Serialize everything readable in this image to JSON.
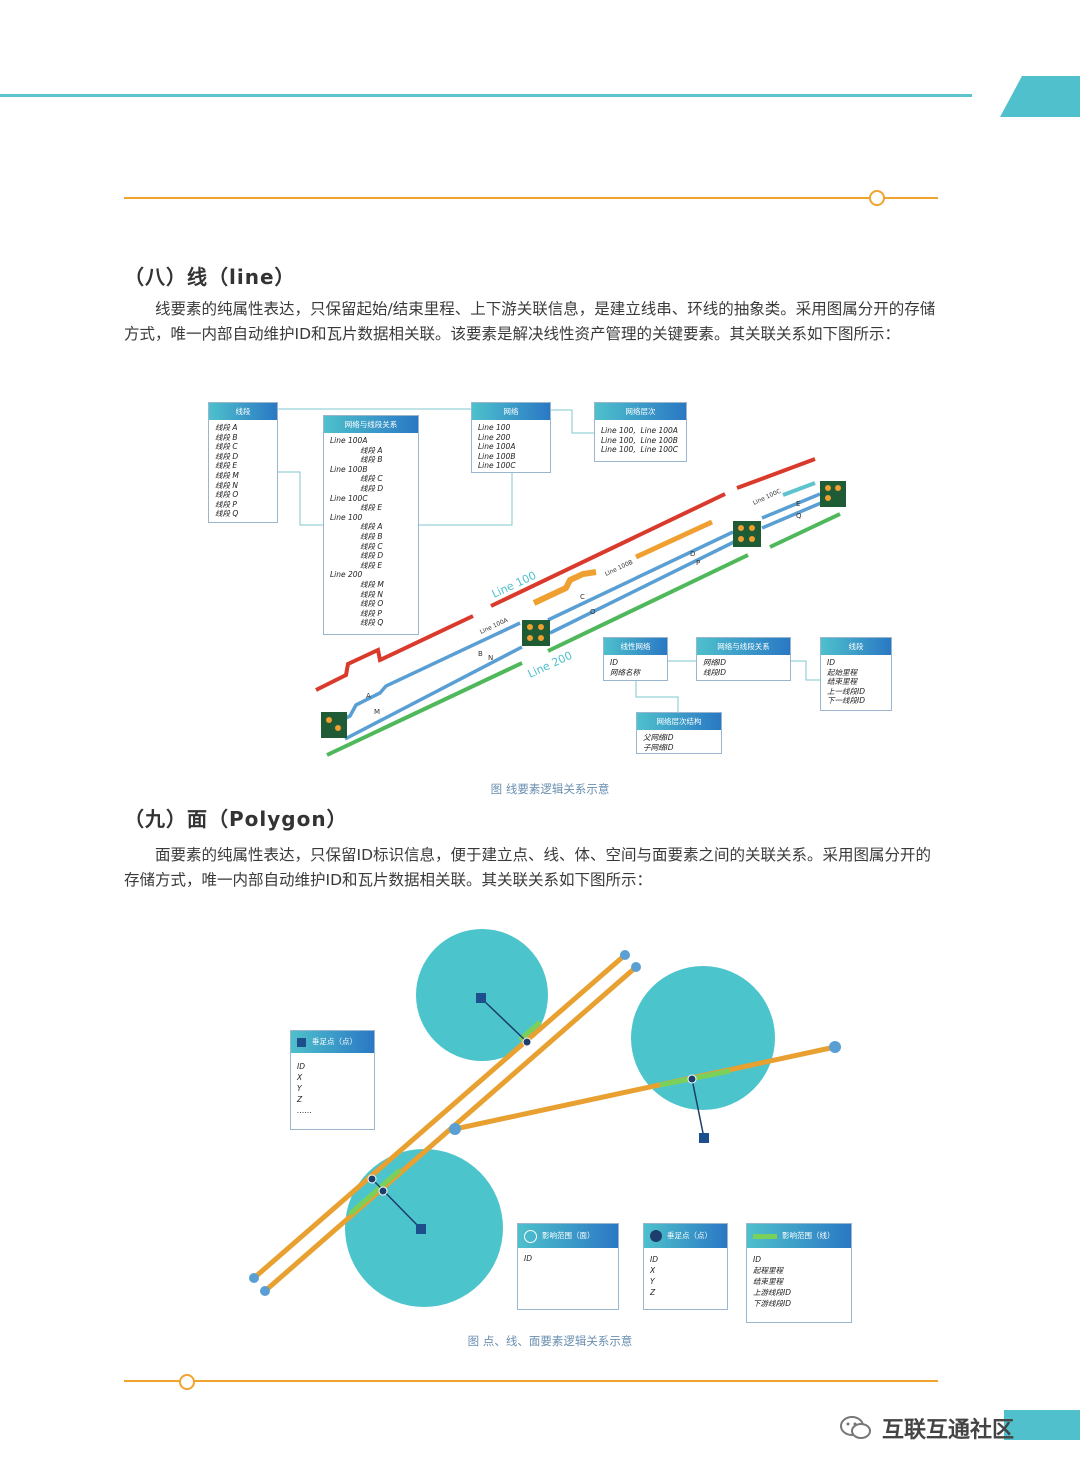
{
  "section8": {
    "title": "（八）线（line）",
    "para": "线要素的纯属性表达，只保留起始/结束里程、上下游关联信息，是建立线串、环线的抽象类。采用图属分开的存储方式，唯一内部自动维护ID和瓦片数据相关联。该要素是解决线性资产管理的关键要素。其关联关系如下图所示：",
    "caption": "图 线要素逻辑关系示意"
  },
  "diagram1": {
    "box_segments": {
      "title": "线段",
      "rows": [
        "线段 A",
        "线段 B",
        "线段 C",
        "线段 D",
        "线段 E",
        "线段 M",
        "线段 N",
        "线段 O",
        "线段 P",
        "线段 Q"
      ]
    },
    "box_net_seg": {
      "title": "网络与线段关系",
      "groups": [
        {
          "name": "Line 100A",
          "items": [
            "线段 A",
            "线段 B"
          ]
        },
        {
          "name": "Line 100B",
          "items": [
            "线段 C",
            "线段 D"
          ]
        },
        {
          "name": "Line 100C",
          "items": [
            "线段 E"
          ]
        },
        {
          "name": "Line 100",
          "items": [
            "线段 A",
            "线段 B",
            "线段 C",
            "线段 D",
            "线段 E"
          ]
        },
        {
          "name": "Line 200",
          "items": [
            "线段 M",
            "线段 N",
            "线段 O",
            "线段 P",
            "线段 Q"
          ]
        }
      ]
    },
    "box_network": {
      "title": "网络",
      "rows": [
        "Line 100",
        "Line 200",
        "Line 100A",
        "Line 100B",
        "Line 100C"
      ]
    },
    "box_levels": {
      "title": "网络层次",
      "rows": [
        "Line 100,  Line 100A",
        "Line 100,  Line 100B",
        "Line 100,  Line 100C"
      ]
    },
    "box_linear_net": {
      "title": "线性网络",
      "rows": [
        "ID",
        "网络名称"
      ]
    },
    "box_net_seg2": {
      "title": "网络与线段关系",
      "rows": [
        "网络ID",
        "线段ID"
      ]
    },
    "box_seg2": {
      "title": "线段",
      "rows": [
        "ID",
        "起始里程",
        "结束里程",
        "上一线段ID",
        "下一线段ID"
      ]
    },
    "box_hier": {
      "title": "网络层次结构",
      "rows": [
        "父网络ID",
        "子网络ID"
      ]
    },
    "labels": {
      "line100": "Line 100",
      "line200": "Line 200",
      "line100a": "Line 100A",
      "line100b": "Line 100B",
      "line100c": "Line 100C",
      "a": "A",
      "b": "B",
      "c": "C",
      "d": "D",
      "e": "E",
      "m": "M",
      "n": "N",
      "o": "O",
      "p": "P",
      "q": "Q"
    },
    "colors": {
      "red": "#d93a2b",
      "blue": "#5a9fd4",
      "green": "#4fb85a",
      "orange": "#f0a030",
      "node": "#1f5c36"
    }
  },
  "section9": {
    "title": "（九）面（Polygon）",
    "para": "面要素的纯属性表达，只保留ID标识信息，便于建立点、线、体、空间与面要素之间的关联关系。采用图属分开的存储方式，唯一内部自动维护ID和瓦片数据相关联。其关联关系如下图所示：",
    "caption": "图 点、线、面要素逻辑关系示意"
  },
  "diagram2": {
    "box_foot_sq": {
      "title": "垂足点（点）",
      "rows": [
        "ID",
        "X",
        "Y",
        "Z",
        "……"
      ]
    },
    "box_area": {
      "title": "影响范围（面）",
      "rows": [
        "ID"
      ]
    },
    "box_foot_circ": {
      "title": "垂足点（点）",
      "rows": [
        "ID",
        "X",
        "Y",
        "Z"
      ]
    },
    "box_line_range": {
      "title": "影响范围（线）",
      "rows": [
        "ID",
        "起程里程",
        "结束里程",
        "上游线段ID",
        "下游线段ID"
      ]
    },
    "colors": {
      "circle": "#4cc4cc",
      "orange": "#e8a030",
      "dot": "#5a9fd4",
      "square": "#1d4f8c",
      "green": "#7bd05a"
    }
  },
  "footer": {
    "watermark": "互联互通社区"
  }
}
